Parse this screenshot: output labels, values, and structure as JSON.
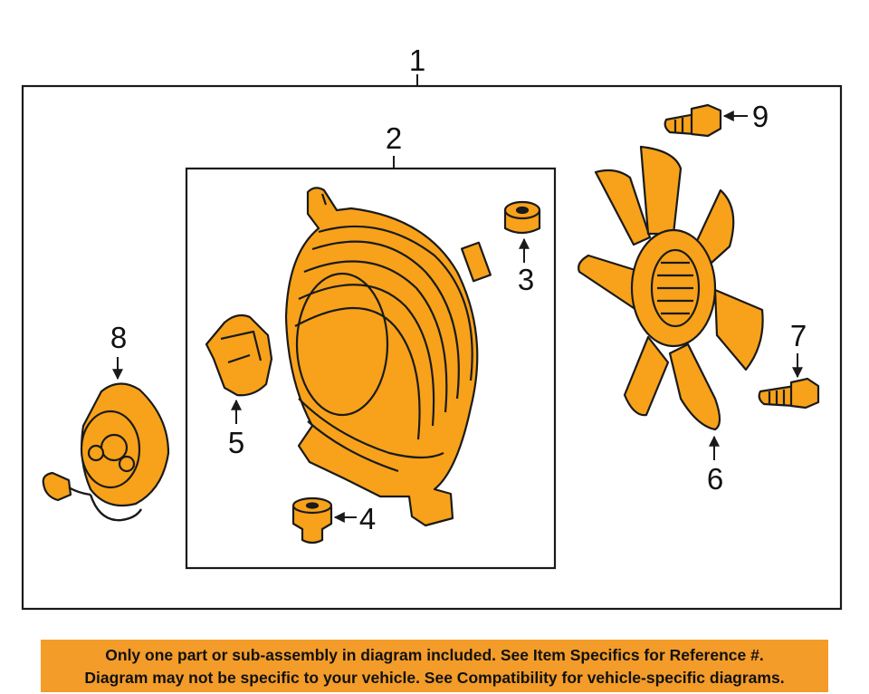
{
  "colors": {
    "part_fill": "#f7a21a",
    "banner_bg": "#f39c2a",
    "outline": "#1a1a1a"
  },
  "callouts": {
    "c1": "1",
    "c2": "2",
    "c3": "3",
    "c4": "4",
    "c5": "5",
    "c6": "6",
    "c7": "7",
    "c8": "8",
    "c9": "9"
  },
  "parts": [
    {
      "callout": "1",
      "icon": "fan-assembly-icon"
    },
    {
      "callout": "2",
      "icon": "fan-shroud-icon"
    },
    {
      "callout": "3",
      "icon": "grommet-icon"
    },
    {
      "callout": "4",
      "icon": "bushing-icon"
    },
    {
      "callout": "5",
      "icon": "bracket-icon"
    },
    {
      "callout": "6",
      "icon": "fan-blade-icon"
    },
    {
      "callout": "7",
      "icon": "bolt-icon"
    },
    {
      "callout": "8",
      "icon": "fan-motor-icon"
    },
    {
      "callout": "9",
      "icon": "bolt-icon"
    }
  ],
  "notice": {
    "line1": "Only one part or sub-assembly in diagram included. See Item Specifics for Reference #.",
    "line2": "Diagram may not be specific to your vehicle. See Compatibility for vehicle-specific diagrams."
  }
}
